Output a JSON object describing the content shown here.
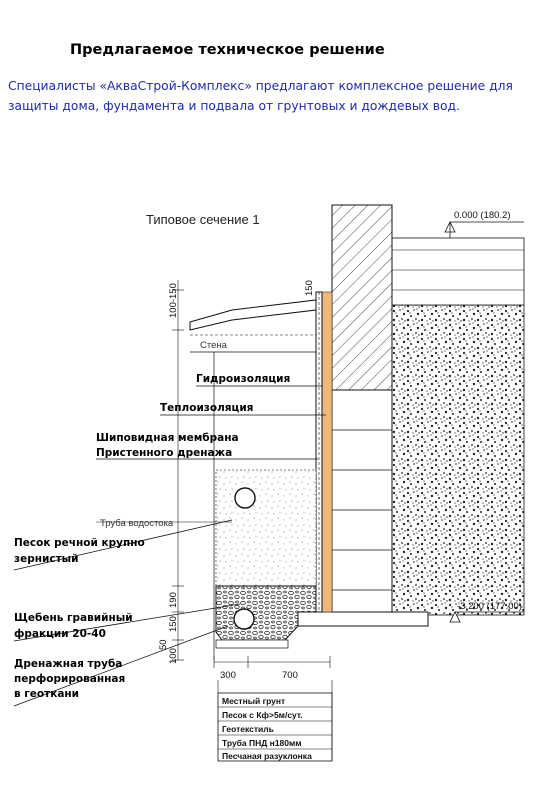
{
  "title": "Предлагаемое техническое решение",
  "intro": "Специалисты «АкваСтрой-Комплекс» предлагают комплексное решение для защиты дома, фундамента и подвала от грунтовых и дождевых вод.",
  "section_title": "Типовое сечение 1",
  "elevation_top": "0.000 (180.2)",
  "elevation_bottom": "-3.200 (177.00)",
  "label_wall": "Стена",
  "label_pipe_drain": "Труба водостока",
  "dims": {
    "d100_150": "100-150",
    "d150": "150",
    "d190": "190",
    "d150b": "150",
    "d50": "50",
    "d100": "100",
    "d300": "300",
    "d700": "700"
  },
  "callouts": {
    "waterproofing": "Гидроизоляция",
    "insulation": "Теплоизоляция",
    "membrane_l1": "Шиповидная мембрана",
    "membrane_l2": "Пристенного дренажа",
    "sand_l1": "Песок речной крупно",
    "sand_l2": "зернистый",
    "gravel_l1": "Щебень гравийный",
    "gravel_l2": "фракции 20-40",
    "drainpipe_l1": "Дренажная труба",
    "drainpipe_l2": "перфорированная",
    "drainpipe_l3": "в геоткани"
  },
  "legend": [
    "Местный грунт",
    "Песок с Кф>5м/сут.",
    "Геотекстиль",
    "Труба ПНД н180мм",
    "Песчаная разуклонка"
  ],
  "colors": {
    "text": "#000000",
    "intro_text": "#1f2aa8",
    "insulation": "#f0b77a",
    "line": "#111111"
  }
}
